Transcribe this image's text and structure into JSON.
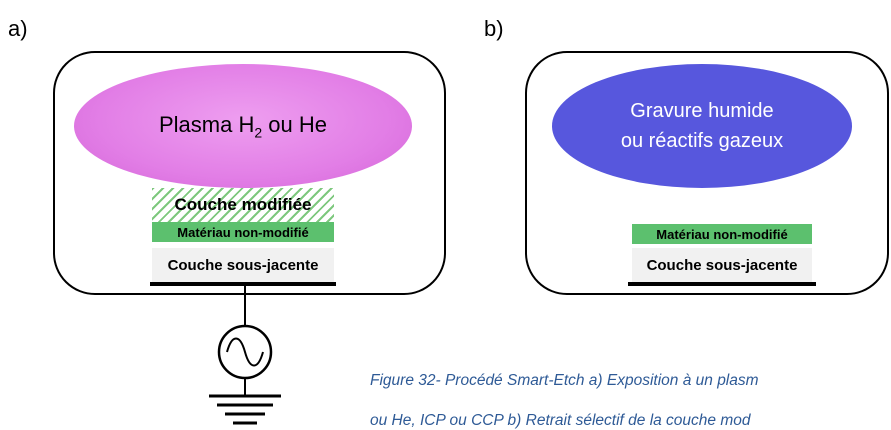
{
  "panels": {
    "a": {
      "label": "a)",
      "ellipse_text": "Plasma H",
      "ellipse_sub": "2",
      "ellipse_text_after": " ou He",
      "ellipse_color": "#e27ee6",
      "layers": {
        "modified": "Couche modifiée",
        "unmodified": "Matériau non-modifié",
        "underlying": "Couche sous-jacente"
      }
    },
    "b": {
      "label": "b)",
      "ellipse_line1": "Gravure humide",
      "ellipse_line2": "ou réactifs gazeux",
      "ellipse_color": "#5757dd",
      "layers": {
        "unmodified": "Matériau non-modifié",
        "underlying": "Couche sous-jacente"
      }
    }
  },
  "caption": {
    "line1": "Figure 32- Procédé Smart-Etch a) Exposition à un plasm",
    "line2": "ou He, ICP ou CCP b) Retrait sélectif de la couche mod"
  },
  "colors": {
    "green": "#5cc06e",
    "caption": "#2e5a96"
  }
}
